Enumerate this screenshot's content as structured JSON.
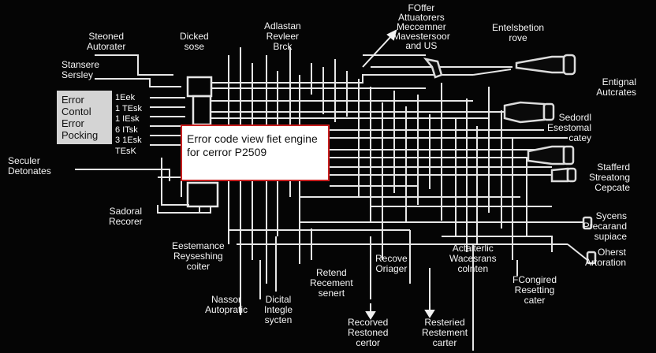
{
  "labels": {
    "steered_actuator": "Steoned\nAutorater",
    "sensor_system": "Stansere\nSersley",
    "docked_sose": "Dicked\nsose",
    "actuator_review": "Adlastan\nRevleer\nBrck",
    "foffer_actuators": "FOffer\nAttuatorers\nMeccemner\nMavestersoor\nand US",
    "entelisection_rove": "Entelsbetion\nrove",
    "engine_actuators": "Entignal\nAutcrates",
    "seconal_eventual": "Sedordl\nEsestomal\ncatey",
    "stafford_streaming": "Stafferd\nStreatong\nCepcate",
    "secular_detonators": "Seculer\nDetonates",
    "sacloral_recorder": "Sadoral\nRecorer",
    "eastemance": "Eestemance\nReyseshing\ncoiter",
    "nassor": "Nassor\nAutopratic",
    "digital_image": "Dicital\nIntegle\nsycten",
    "retend": "Retend\nRecement\nsenert",
    "recove_oriager": "Recove\nOriager",
    "actuator_waveforms": "Actaiterlic\nWacesrans\ncolnten",
    "systems_precard": "Sycens\nPrecarand\nsupiace",
    "oberst_actuator": "Oherst\nArtoration",
    "fcongred": "FCongired\nResetting\ncater",
    "recovered_restored": "Recorved\nRestoned\ncertor",
    "restemed_restement": "Resteried\nRestement\ncarter"
  },
  "panel": {
    "text": "Error\nContol\nError\nPocking"
  },
  "tasks": {
    "text": "1Eek\n1 TEsk\n1 IEsk\n6 ITsk\n3 1Esk\nTEsK"
  },
  "error_box": {
    "line1": "Error code view fiet engine",
    "line2": "for cerror P2509"
  },
  "colors": {
    "wire": "#e8e8e8",
    "error_border": "#c81e1e",
    "panel": "#d4d4d4",
    "background": "#050505"
  }
}
